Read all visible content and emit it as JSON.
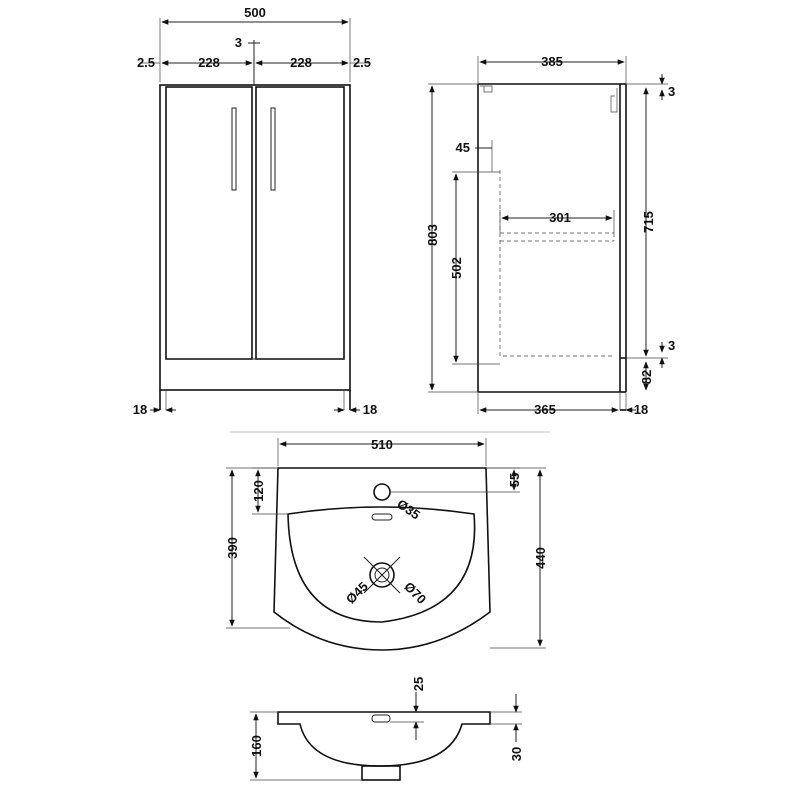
{
  "dimensions": {
    "front_total_width": "500",
    "door_gap": "3",
    "left_margin": "2.5",
    "left_door_width": "228",
    "right_door_width": "228",
    "right_margin": "2.5",
    "front_left_foot": "18",
    "front_right_foot": "18",
    "side_depth": "385",
    "side_top_gap": "3",
    "side_shelf_offset": "45",
    "side_shelf_depth": "301",
    "side_overall_height": "803",
    "side_inner_height": "502",
    "side_door_height": "715",
    "side_bottom_gap": "3",
    "side_plinth_height": "82",
    "side_base_depth": "365",
    "side_foot": "18",
    "basin_width": "510",
    "basin_tap_offset": "120",
    "basin_tap_hole_offset": "55",
    "basin_tap_hole_dia": "Ø35",
    "basin_depth_left": "390",
    "basin_depth_right": "440",
    "basin_waste_dia": "Ø45",
    "basin_outer_dia": "Ø70",
    "section_top": "25",
    "section_height": "160",
    "section_rim": "30"
  }
}
